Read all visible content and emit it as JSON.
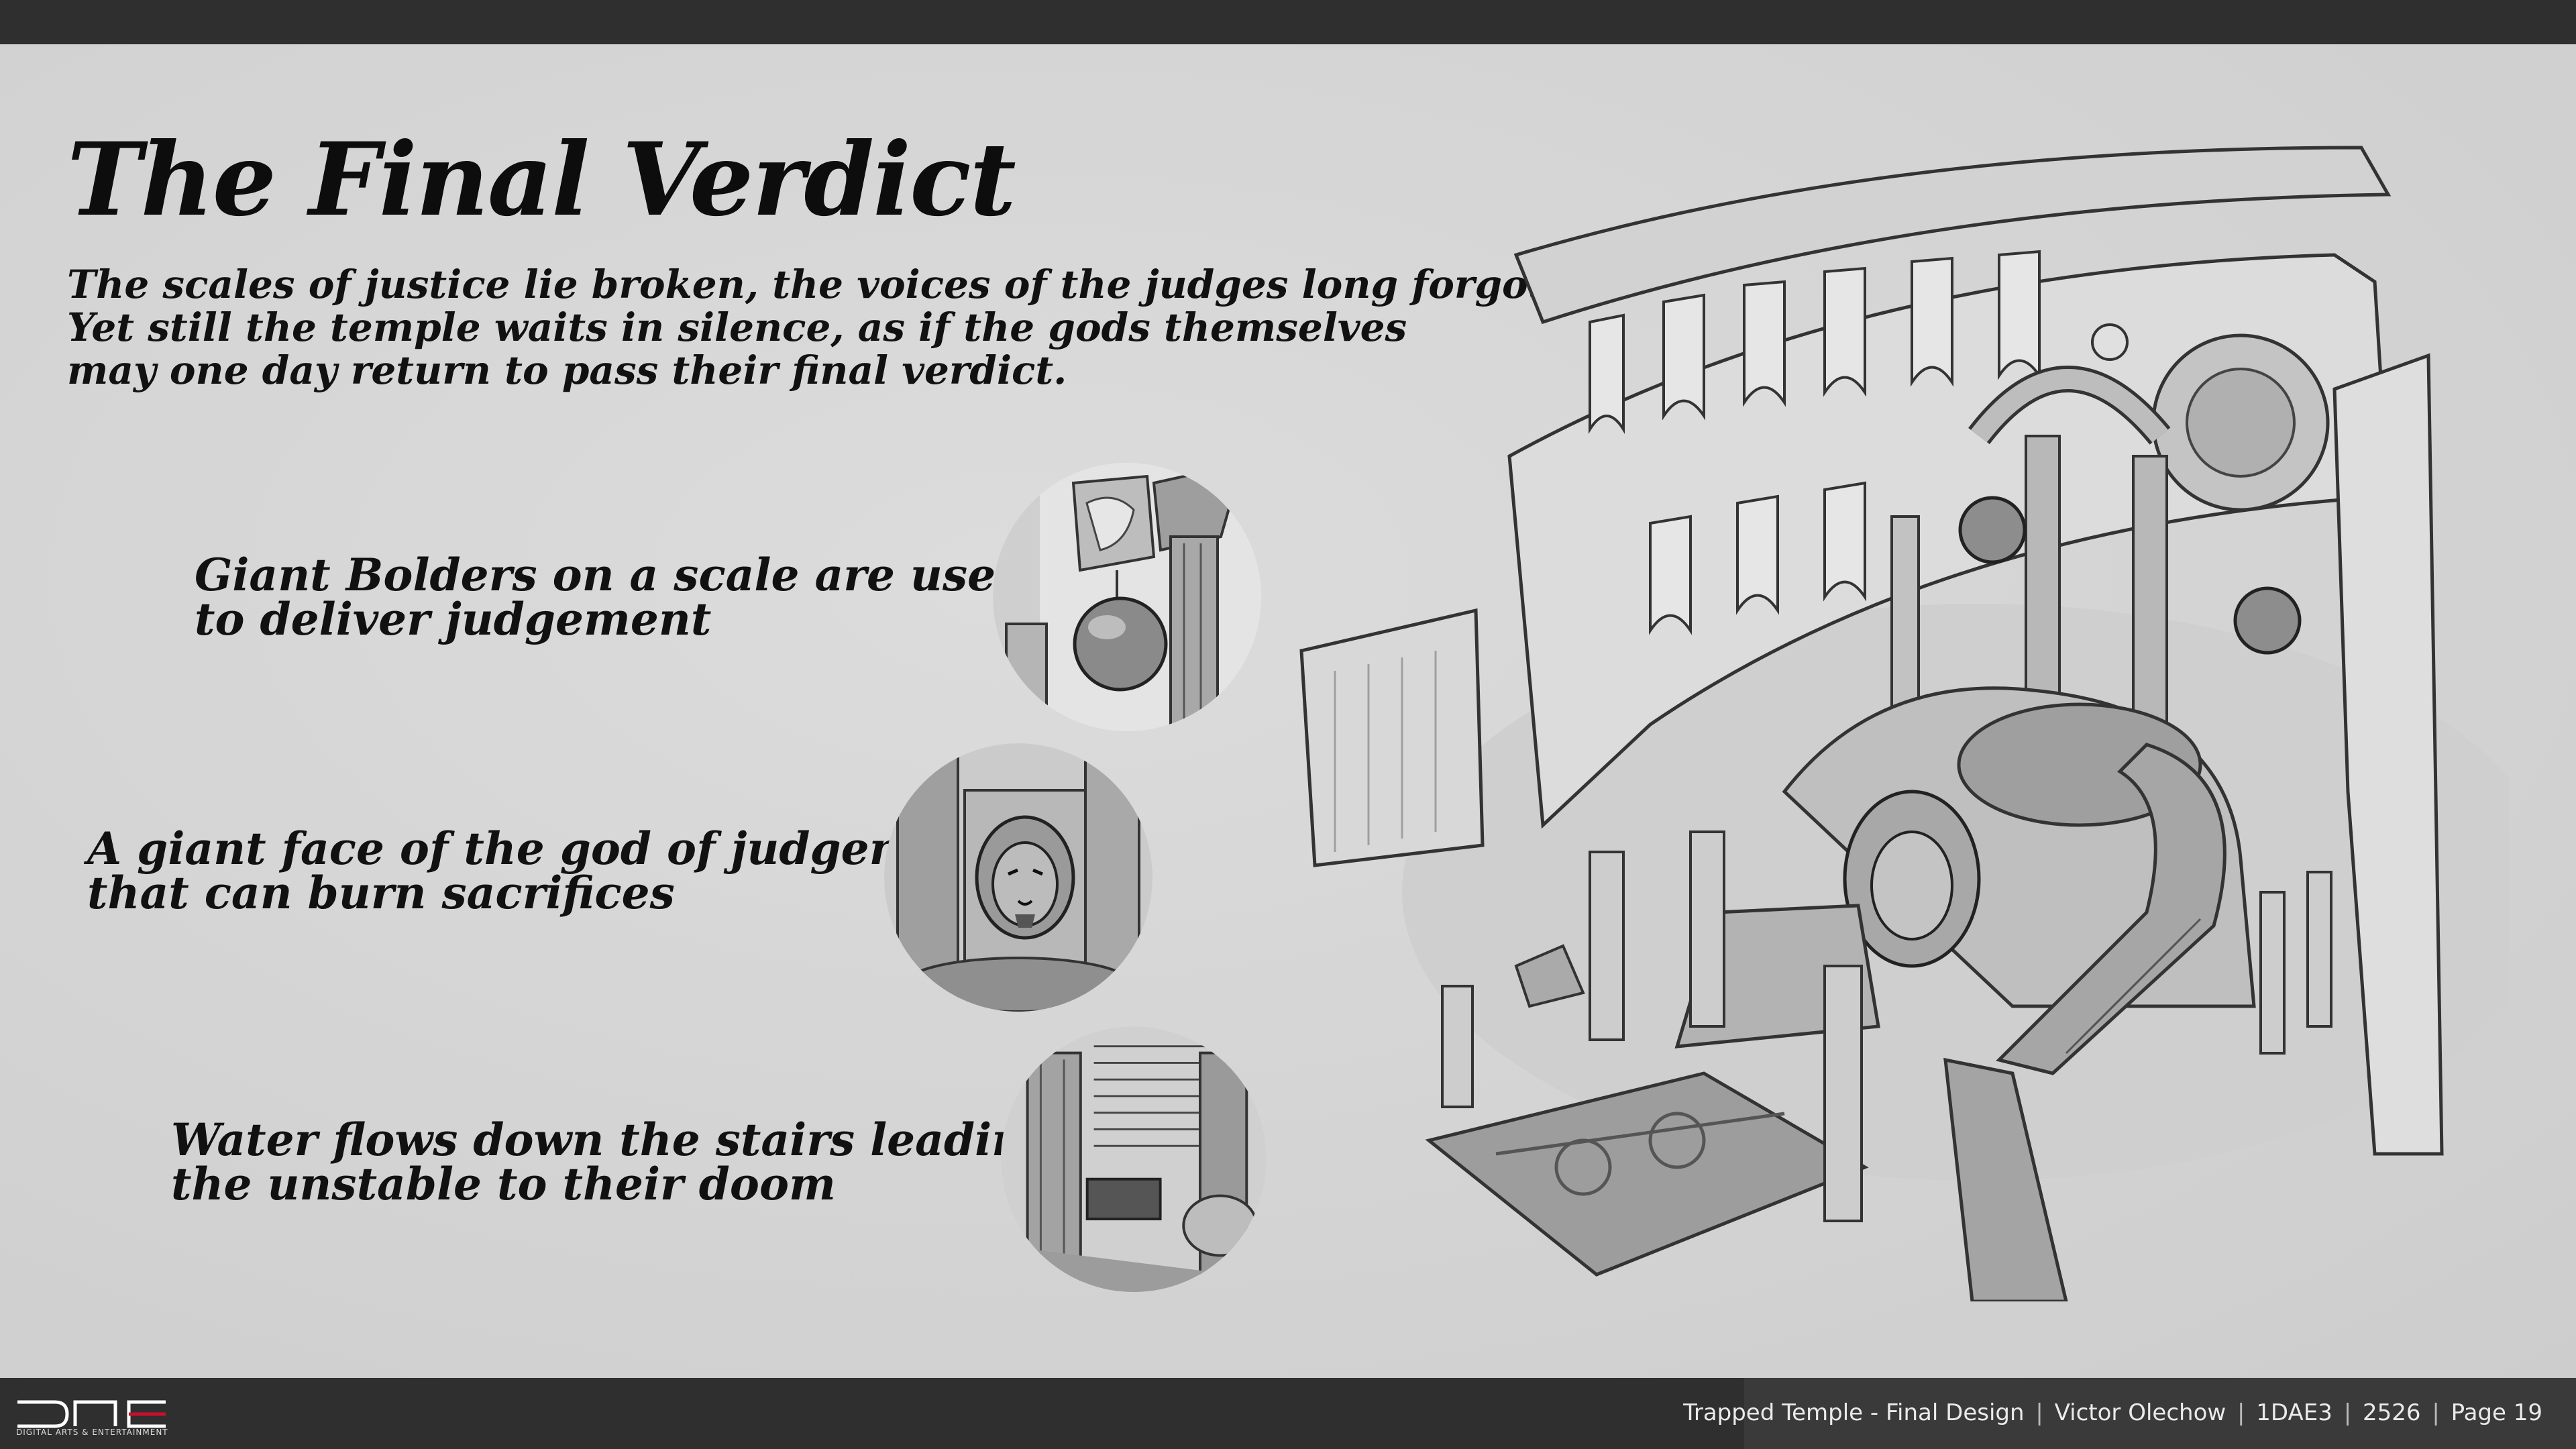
{
  "slide": {
    "title": "The Final Verdict",
    "intro_lines": [
      "The scales of justice lie broken, the voices of the judges long forgotten.",
      "Yet still the temple waits in silence, as if the gods themselves",
      "may one day return to pass their final verdict."
    ],
    "callouts": [
      {
        "lines": [
          "Giant Bolders on a scale are used",
          "to deliver judgement"
        ]
      },
      {
        "lines": [
          "A giant face of the god of judgement",
          "that can burn sacrifices"
        ]
      },
      {
        "lines": [
          "Water flows down the stairs leading",
          "the unstable to their doom"
        ]
      }
    ]
  },
  "footer": {
    "logo_subtext": "DIGITAL ARTS & ENTERTAINMENT",
    "project": "Trapped Temple - Final Design",
    "author": "Victor Olechow",
    "class": "1DAE3",
    "year": "2526",
    "page": "Page 19",
    "separator": "|"
  },
  "colors": {
    "bars": "#2f2f2f",
    "paper": "#d6d6d6",
    "ink": "#111111",
    "logo_accent": "#c8102e"
  },
  "icons": [
    "dae-logo"
  ]
}
